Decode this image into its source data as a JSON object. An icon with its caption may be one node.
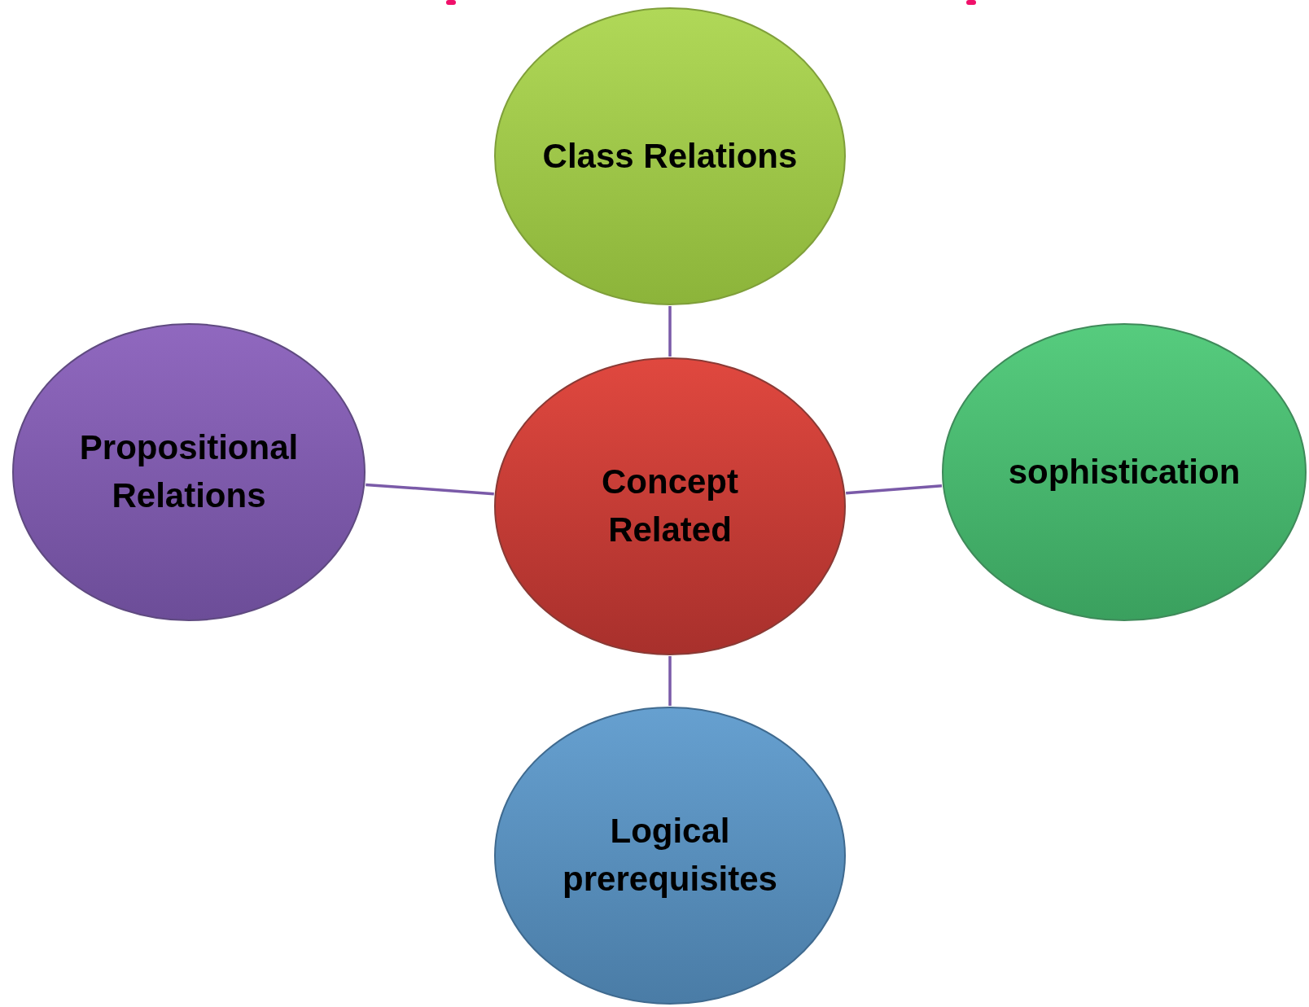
{
  "diagram": {
    "nodes": [
      {
        "text": [
          "Class Relations"
        ]
      },
      {
        "text": [
          "Propositional Relations"
        ]
      },
      {
        "text": [
          "Concept Related"
        ]
      },
      {
        "text": [
          "sophistication"
        ]
      },
      {
        "text": [
          "Logical prerequisites"
        ]
      }
    ],
    "edges": [
      {
        "from": 2,
        "to": 0,
        "arrow": "none"
      },
      {
        "from": 2,
        "to": 1,
        "arrow": "none"
      },
      {
        "from": 2,
        "to": 3,
        "arrow": "none"
      },
      {
        "from": 2,
        "to": 4,
        "arrow": "none"
      }
    ]
  }
}
